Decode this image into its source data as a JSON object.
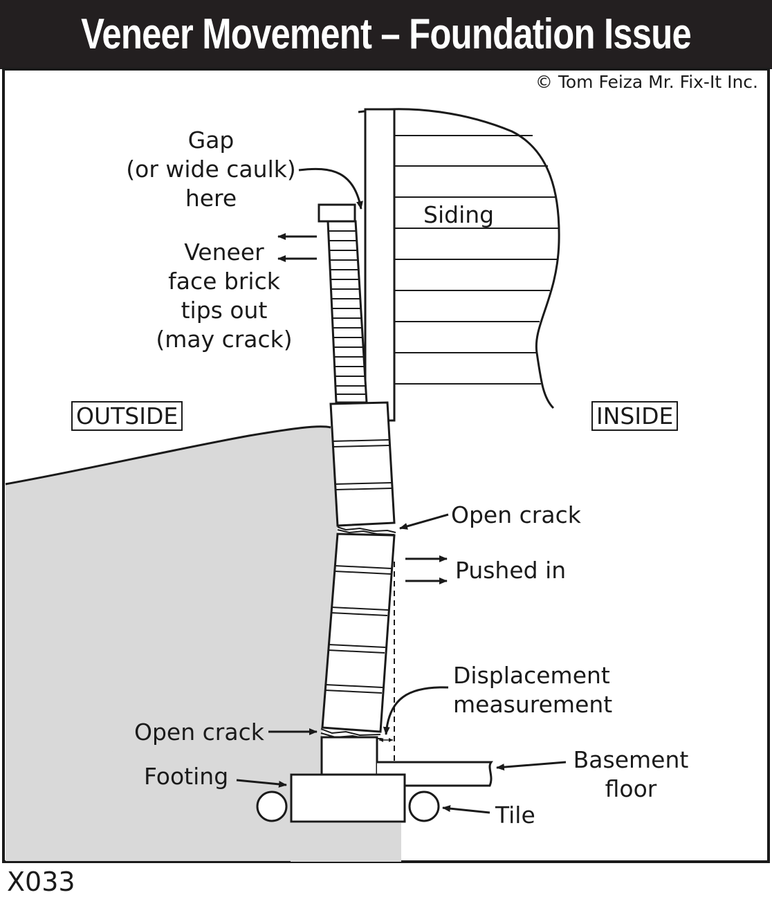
{
  "title": "Veneer Movement – Foundation Issue",
  "copyright": "© Tom Feiza Mr. Fix-It Inc.",
  "code": "X033",
  "regions": {
    "outside": "OUTSIDE",
    "inside": "INSIDE"
  },
  "labels": {
    "gap": [
      "Gap",
      "(or wide caulk)",
      "here"
    ],
    "veneer": [
      "Veneer",
      "face brick",
      "tips out",
      "(may crack)"
    ],
    "siding": "Siding",
    "open_crack_upper": "Open crack",
    "pushed_in": "Pushed in",
    "displacement": [
      "Displacement",
      "measurement"
    ],
    "open_crack_lower": "Open crack",
    "footing": "Footing",
    "basement_floor": [
      "Basement",
      "floor"
    ],
    "tile": "Tile"
  },
  "colors": {
    "title_bar": "#231f20",
    "soil": "#d9d9d9",
    "line": "#1a1a1a"
  }
}
